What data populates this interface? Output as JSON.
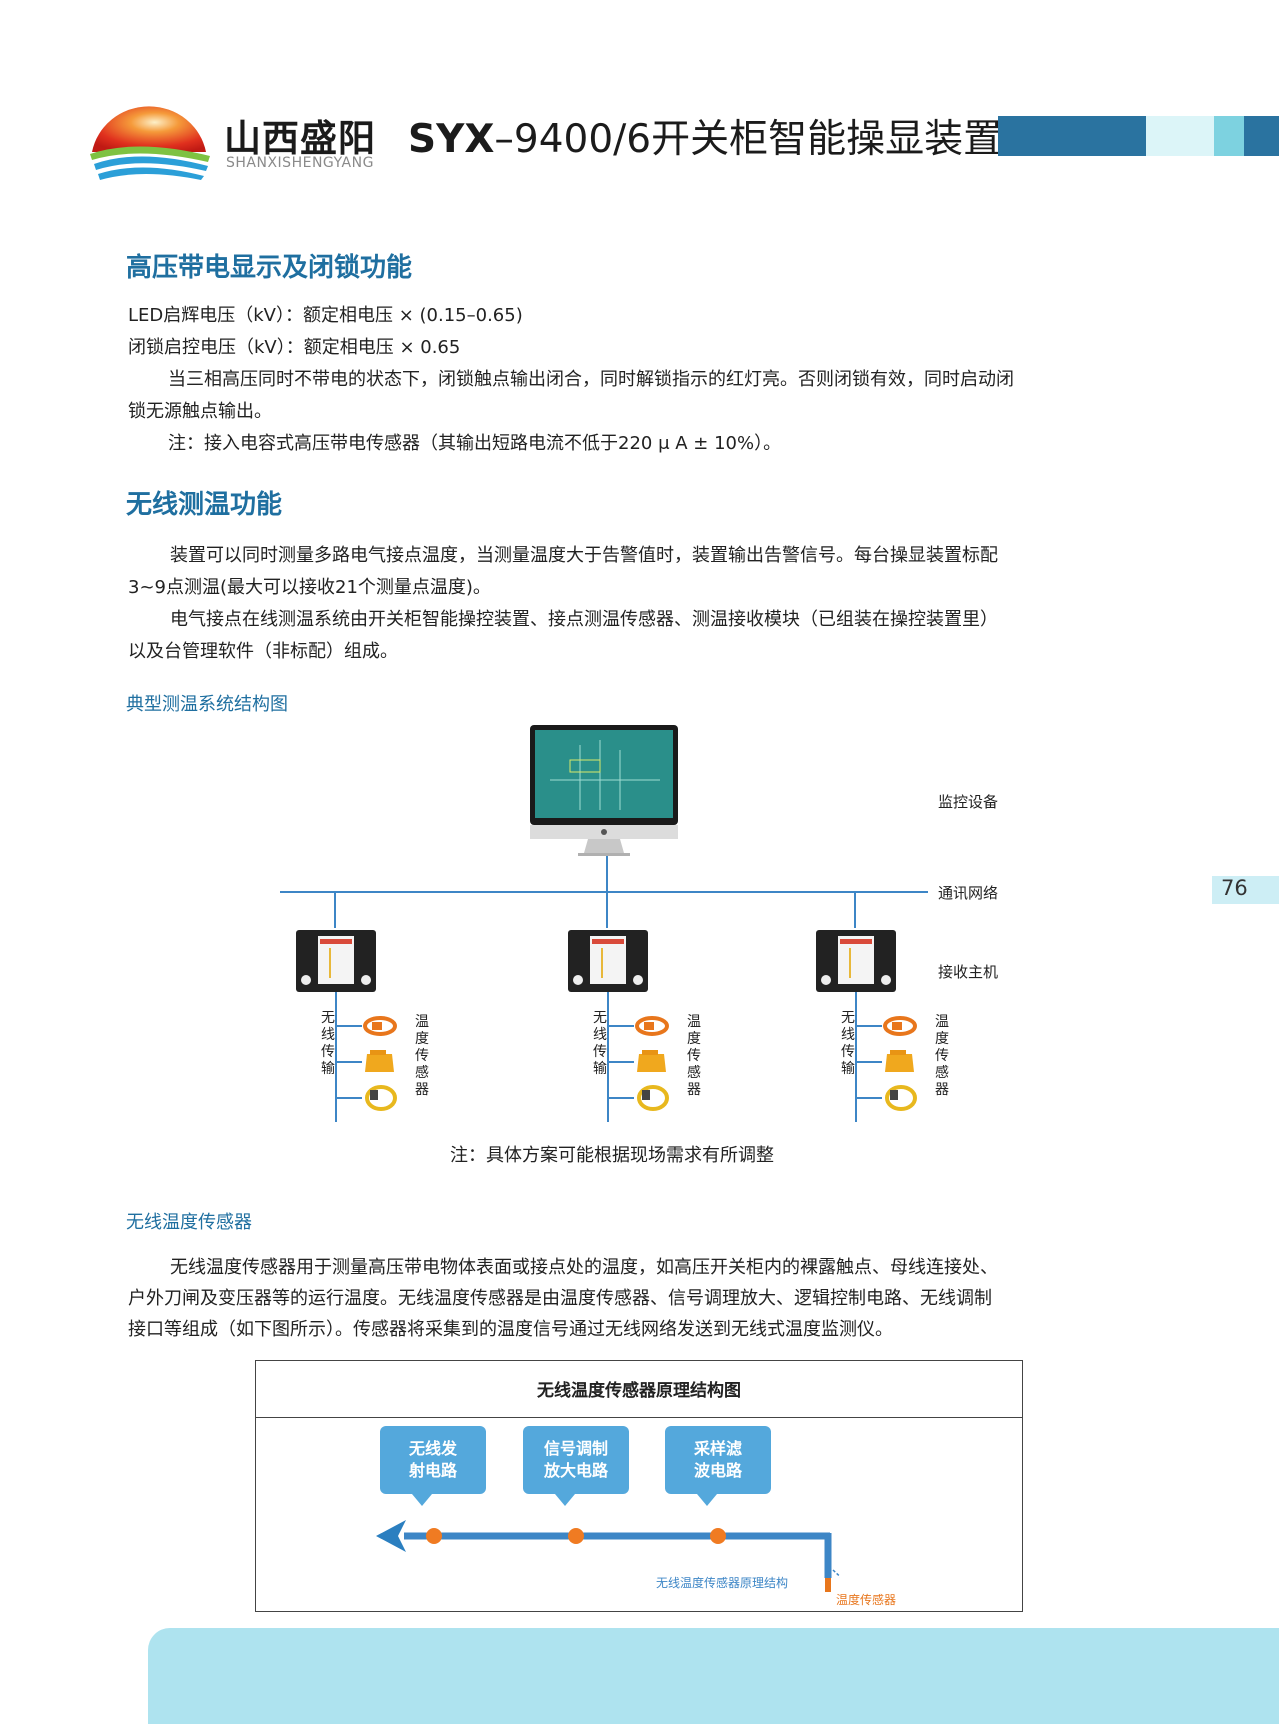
{
  "header": {
    "brand_cn": "山西盛阳",
    "brand_en": "SHANXISHENGYANG",
    "title_bold": "SYX",
    "title_rest": "–9400/6开关柜智能操显装置"
  },
  "page_number": "76",
  "section1": {
    "heading": "高压带电显示及闭锁功能",
    "line1": "LED启辉电压（kV）：额定相电压 × (0.15–0.65)",
    "line2": "闭锁启控电压（kV）：额定相电压 × 0.65",
    "para1a": "当三相高压同时不带电的状态下，闭锁触点输出闭合，同时解锁指示的红灯亮。否则闭锁有效，同时启动闭",
    "para1b": "锁无源触点输出。",
    "note": "注：接入电容式高压带电传感器（其输出短路电流不低于220 μ A ± 10%）。"
  },
  "section2": {
    "heading": "无线测温功能",
    "para1a": "装置可以同时测量多路电气接点温度，当测量温度大于告警值时，装置输出告警信号。每台操显装置标配",
    "para1b": "3~9点测温(最大可以接收21个测量点温度)。",
    "para2a": "电气接点在线测温系统由开关柜智能操控装置、接点测温传感器、测温接收模块（已组装在操控装置里）",
    "para2b": "以及台管理软件（非标配）组成。",
    "subheading": "典型测温系统结构图"
  },
  "system_diagram": {
    "label_monitor": "监控设备",
    "label_network": "通讯网络",
    "label_host": "接收主机",
    "label_wireless": "无线传输",
    "label_sensor": "温度传感器",
    "note": "注：具体方案可能根据现场需求有所调整"
  },
  "section3": {
    "subheading": "无线温度传感器",
    "para1": "无线温度传感器用于测量高压带电物体表面或接点处的温度，如高压开关柜内的裸露触点、母线连接处、",
    "para2": "户外刀闸及变压器等的运行温度。无线温度传感器是由温度传感器、信号调理放大、逻辑控制电路、无线调制",
    "para3": "接口等组成（如下图所示）。传感器将采集到的温度信号通过无线网络发送到无线式温度监测仪。"
  },
  "structure_diagram": {
    "title": "无线温度传感器原理结构图",
    "bubbles": [
      {
        "line1": "无线发",
        "line2": "射电路"
      },
      {
        "line1": "信号调制",
        "line2": "放大电路"
      },
      {
        "line1": "采样滤",
        "line2": "波电路"
      }
    ],
    "caption": "无线温度传感器原理结构",
    "sensor_label": "温度传感器"
  },
  "colors": {
    "accent_blue": "#1f6fa0",
    "bar_dark": "#2a73a0",
    "bubble_blue": "#54a8dc",
    "dot_orange": "#f07b22",
    "band_cyan": "#aee3ef"
  }
}
